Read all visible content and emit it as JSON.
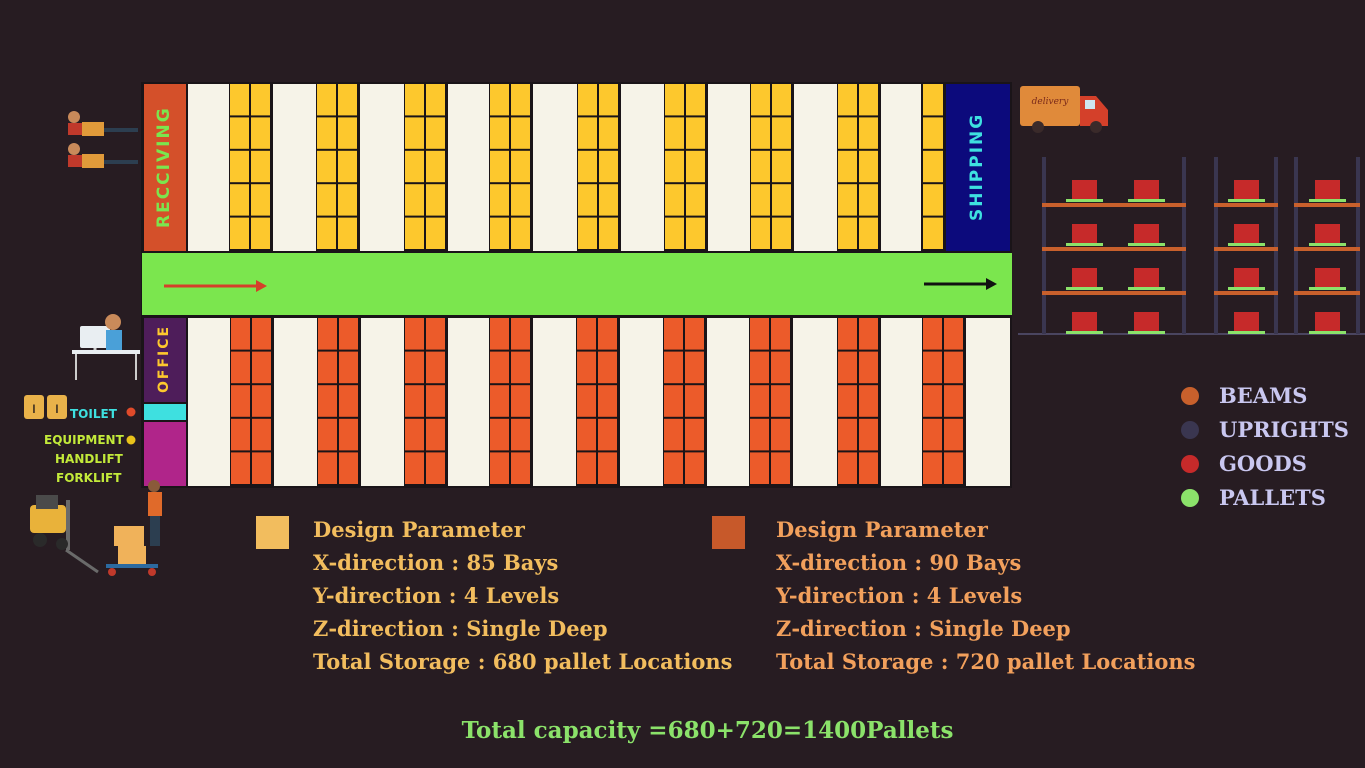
{
  "zones": {
    "receiving": "RECCIVING",
    "shipping": "SHIPPING",
    "office": "OFFICE"
  },
  "amenities": {
    "toilet": "TOILET",
    "equipment": "EQUIPMENT",
    "handlift": "HANDLIFT",
    "forklift": "FORKLIFT"
  },
  "legend": [
    {
      "label": "BEAMS",
      "color": "#c8602c"
    },
    {
      "label": "UPRIGHTS",
      "color": "#3a3650"
    },
    {
      "label": "GOODS",
      "color": "#c62a2a"
    },
    {
      "label": "PALLETS",
      "color": "#8be26a"
    }
  ],
  "param_a": {
    "swatch": "#f2bd5e",
    "title": "Design Parameter",
    "x": "X-direction : 85 Bays",
    "y": "Y-direction : 4 Levels",
    "z": "Z-direction : Single Deep",
    "total": "Total Storage : 680 pallet Locations"
  },
  "param_b": {
    "swatch": "#c7592a",
    "title": "Design Parameter",
    "x": "X-direction : 90 Bays",
    "y": "Y-direction : 4 Levels",
    "z": "Z-direction : Single Deep",
    "total": "Total Storage : 720 pallet Locations"
  },
  "total_capacity": "Total capacity =680+720=1400Pallets",
  "truck_text": "delivery",
  "colors": {
    "top_rack": "#fdc82d",
    "bottom_rack": "#ec5b2a",
    "aisle": "#f6f3e8",
    "corridor": "#7be64e",
    "receiving": "#d4502a",
    "shipping": "#0c0a7c",
    "office": "#4e1d5a",
    "toilet_zone": "#3ee0e0",
    "equipment_zone": "#b0258a"
  }
}
